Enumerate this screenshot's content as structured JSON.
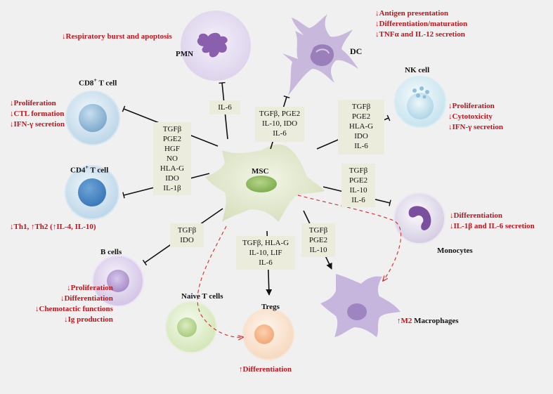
{
  "center": {
    "label": "MSC"
  },
  "cells": {
    "pmn": {
      "label": "PMN",
      "effects": [
        "↓Respiratory burst and apoptosis"
      ]
    },
    "dc": {
      "label": "DC",
      "effects": [
        "↓Antigen presentation",
        "↓Differentiation/maturation",
        "↓TNFα and IL-12 secretion"
      ]
    },
    "nk": {
      "label": "NK cell",
      "effects": [
        "↓Proliferation",
        "↓Cytotoxicity",
        "↓IFN-γ secretion"
      ]
    },
    "cd8": {
      "label_main": "CD8",
      "label_sup": "+",
      "label_tail": " T cell",
      "effects": [
        "↓Proliferation",
        "↓CTL formation",
        "↓IFN-γ secretion"
      ]
    },
    "cd4": {
      "label_main": "CD4",
      "label_sup": "+",
      "label_tail": " T cell",
      "effects": [
        "↓Th1, ↑Th2 (↑IL-4, IL-10)"
      ]
    },
    "monocytes": {
      "label": "Monocytes",
      "effects": [
        "↓Differentiation",
        "↓IL-1β and IL-6 secretion"
      ]
    },
    "bcells": {
      "label": "B cells",
      "effects": [
        "↓Proliferation",
        "↓Differentiation",
        "↓Chemotactic functions",
        "↓Ig production"
      ]
    },
    "naive": {
      "label": "Naive T cells"
    },
    "tregs": {
      "label": "Tregs",
      "effects": [
        "↑Differentiation"
      ]
    },
    "m2": {
      "label_red": "↑M2",
      "label_tail": " Macrophages"
    }
  },
  "factors": {
    "pmn": [
      "IL-6"
    ],
    "dc": [
      "TGFβ, PGE2",
      "IL-10, IDO",
      "IL-6"
    ],
    "nk": [
      "TGFβ",
      "PGE2",
      "HLA-G",
      "IDO",
      "IL-6"
    ],
    "tcells": [
      "TGFβ",
      "PGE2",
      "HGF",
      "NO",
      "HLA-G",
      "IDO",
      "IL-1β"
    ],
    "monocytes": [
      "TGFβ",
      "PGE2",
      "IL-10",
      "IL-6"
    ],
    "bcells": [
      "TGFβ",
      "IDO"
    ],
    "tregs": [
      "TGFβ, HLA-G",
      "IL-10, LIF",
      "IL-6"
    ],
    "m2": [
      "TGFβ",
      "PGE2",
      "IL-10"
    ]
  },
  "colors": {
    "effect_text": "#c0141c",
    "factor_box": "#ececdc",
    "arrow": "#111111",
    "dashed_arrow": "#d23a3a"
  }
}
